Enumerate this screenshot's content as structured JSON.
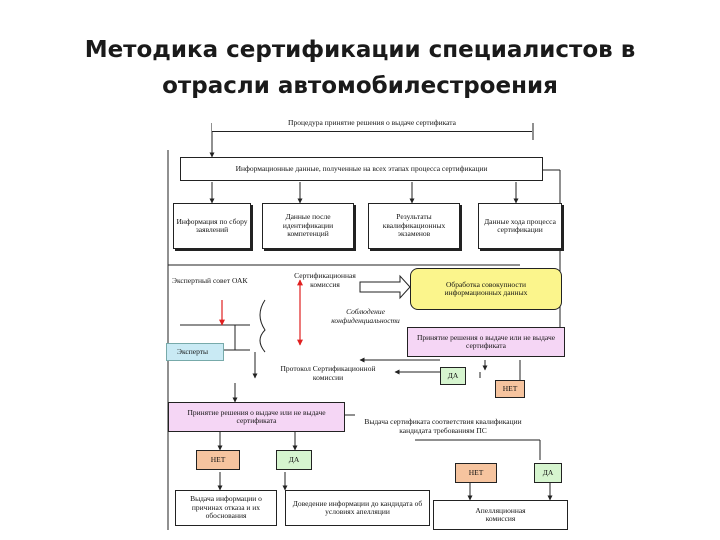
{
  "title": {
    "line1": "Методика сертификации специалистов в",
    "line2": "отрасли автомобилестроения"
  },
  "diagram": {
    "procedure": "Процедура принятие решения о выдаче сертификата",
    "info_data": "Информационные данные, полученные на всех этапах процесса сертификации",
    "info_boxes": [
      "Информация по сбору заявлений",
      "Данные после идентификации компетенций",
      "Результаты квалификационных экзаменов",
      "Данные хода процесса сертификации"
    ],
    "expert_council": "Экспертный совет ОАК",
    "cert_commission": "Сертификационная комиссия",
    "processing": "Обработка совокупности информационных данных",
    "confidentiality": "Соблюдение конфиденциальности",
    "experts": "Эксперты",
    "decision_right": "Принятие решения о выдаче или не выдаче сертификата",
    "protocol": "Протокол Сертификационной комиссии",
    "yes": "ДА",
    "no": "НЕТ",
    "decision_left": "Принятие решения о выдаче или не выдаче сертификата",
    "issue_cert": "Выдача сертификата соответствия квалификации кандидата требованиям ПС",
    "refusal_info": "Выдача информации о причинах отказа и их обоснования",
    "candidate_info": "Доведение информации до кандидата об условиях апелляции",
    "appeal_commission": "Апелляционная комиссия"
  },
  "colors": {
    "yellow": "#fbf58c",
    "pink": "#f5d6f5",
    "light_blue": "#c9eaf4",
    "green": "#d6f5cf",
    "salmon": "#f6c49f",
    "red_arrow": "#e02020"
  }
}
